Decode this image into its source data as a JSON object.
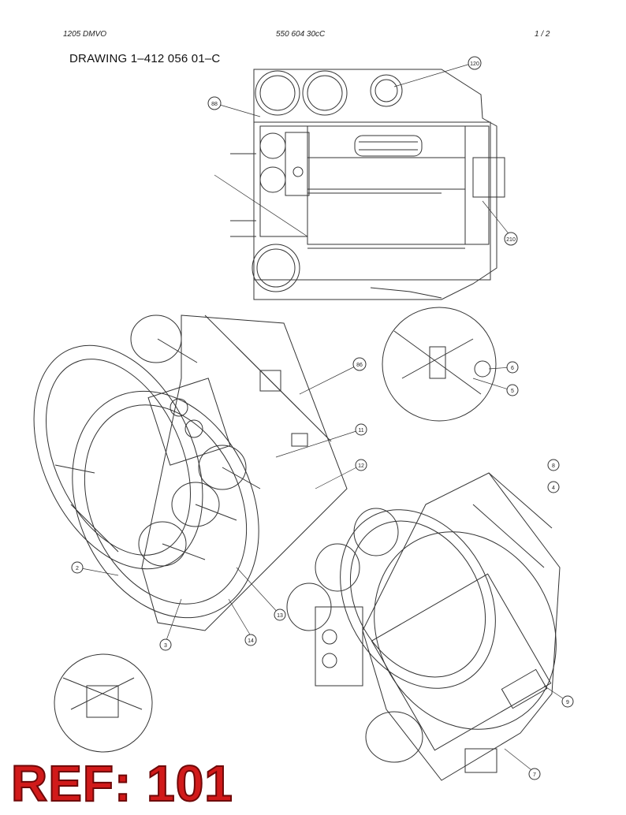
{
  "header": {
    "doc_id": "1205 DMVO",
    "part_number": "550 604 30cC",
    "page": "1 /  2"
  },
  "title": "DRAWING 1–412 056 01–C",
  "stamp": {
    "text": "REF: 101",
    "color": "#d11a1a"
  },
  "callouts": {
    "c_top_right": "120",
    "c_top_left": "88",
    "c_side": "210",
    "c_mid": "86",
    "c_detail_a": "6",
    "c_detail_b": "5",
    "c_lower_1": "11",
    "c_lower_2": "12",
    "c_lower_3": "13",
    "c_lower_4": "3",
    "c_lower_5": "14",
    "c_lower_6": "2",
    "c_right_1": "8",
    "c_right_2": "4",
    "c_right_3": "9",
    "c_right_4": "7"
  }
}
